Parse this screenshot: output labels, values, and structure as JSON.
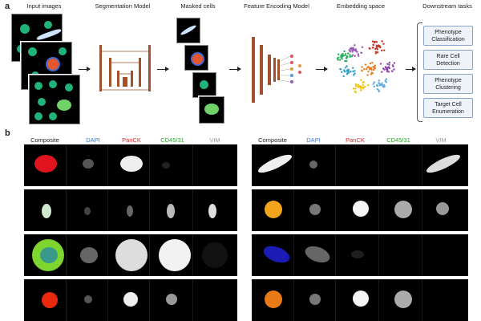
{
  "panel_a": {
    "label": "a",
    "steps": [
      "Input images",
      "Segmentation Model",
      "Masked cells",
      "Feature Encoding Model",
      "Embedding space",
      "Downstream tasks"
    ],
    "tasks": [
      "Phenotype Classification",
      "Rare Cell Detection",
      "Phenotype Clustering",
      "Target Cell Enumeration"
    ]
  },
  "panel_b": {
    "label": "b",
    "left_channels": [
      {
        "name": "Composite",
        "color": "#000000"
      },
      {
        "name": "DAPI",
        "color": "#3a7bd5"
      },
      {
        "name": "PanCK",
        "color": "#d62728"
      },
      {
        "name": "CD45/31",
        "color": "#2ca02c"
      },
      {
        "name": "VIM",
        "color": "#999999"
      }
    ],
    "right_channels": [
      {
        "name": "Composite",
        "color": "#000000"
      },
      {
        "name": "DAPI",
        "color": "#3a7bd5"
      },
      {
        "name": "PanCK",
        "color": "#d62728"
      },
      {
        "name": "CD45/31",
        "color": "#2ca02c"
      },
      {
        "name": "VIM",
        "color": "#999999"
      }
    ]
  }
}
